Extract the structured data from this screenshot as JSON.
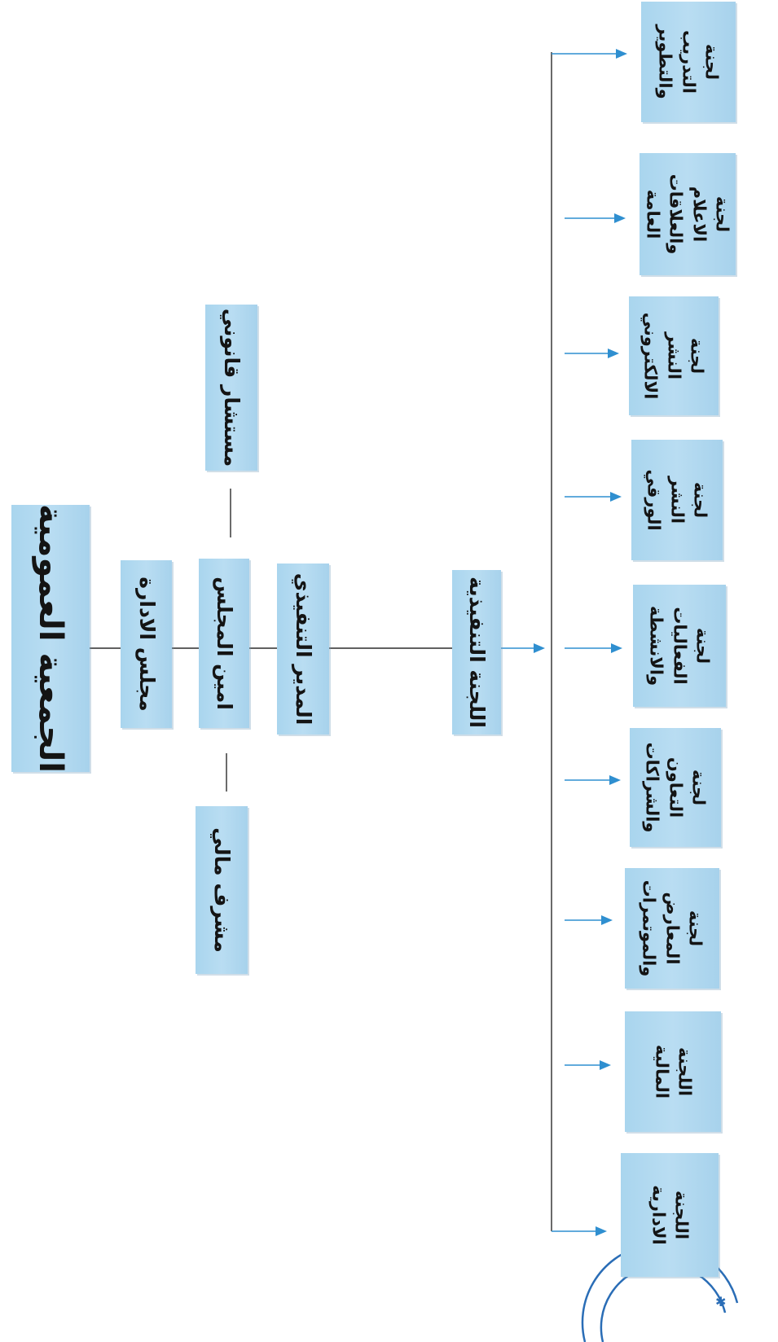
{
  "top": {
    "general_assembly": "الجمعية العمومية"
  },
  "middle": {
    "board": "مجلس الادارة",
    "secretary": "امين المجلس",
    "executive_director": "المدير التنفيذي",
    "legal_advisor": "مستشار قانوني",
    "financial_supervisor": "مشرف مالي"
  },
  "executive_committee": "اللجنة التنفيذية",
  "committees": [
    "لجنة\nالتدريب\nوالتطوير",
    "لجنة الاعلام\nوالعلاقات\nالعامة",
    "لجنة النشر\nالالكتروني",
    "لجنة النشر\nالورقي",
    "لجنة\nالفعاليات\nوالانشطة",
    "لجنة التعاون\nوالشراكات",
    "لجنة\nالمعارض\nوالموتمرات",
    "اللجنة\nالمالية",
    "اللجنة\nالادارية"
  ],
  "colors": {
    "box": "#b0d8ef",
    "arrow": "#2f8fd0",
    "line": "#2c2c2c",
    "stamp": "#2a6db6"
  }
}
